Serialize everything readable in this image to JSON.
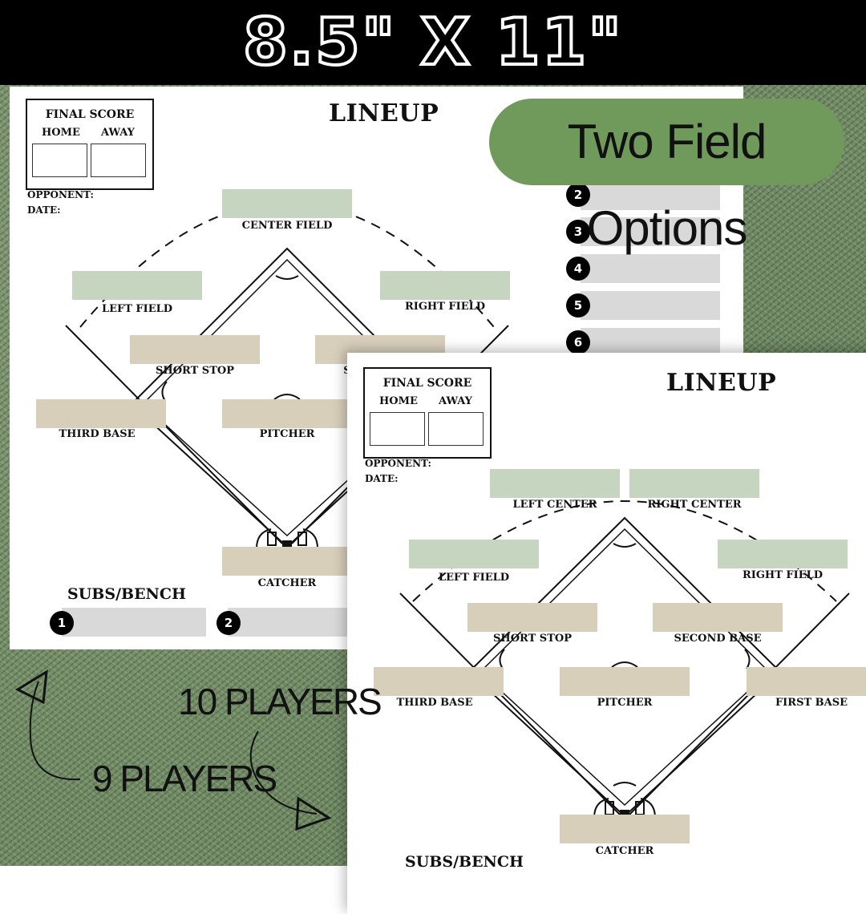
{
  "header": {
    "title": "8.5\" X 11\""
  },
  "badge": {
    "label": "Two Field Options"
  },
  "callouts": {
    "ten": "10 PLAYERS",
    "nine": "9 PLAYERS"
  },
  "sheet_nine": {
    "title": "LINEUP",
    "score": {
      "label": "FINAL SCORE",
      "home": "HOME",
      "away": "AWAY"
    },
    "opponent": "OPPONENT:",
    "date": "DATE:",
    "positions": {
      "center_field": "CENTER FIELD",
      "left_field": "LEFT FIELD",
      "right_field": "RIGHT FIELD",
      "short_stop": "SHORT STOP",
      "second_base_partial": "S",
      "third_base": "THIRD BASE",
      "pitcher": "PITCHER",
      "catcher": "CATCHER"
    },
    "subs_title": "SUBS/BENCH",
    "subs": [
      "1",
      "2"
    ],
    "order": [
      "2",
      "3",
      "4",
      "5",
      "6"
    ]
  },
  "sheet_ten": {
    "title": "LINEUP",
    "score": {
      "label": "FINAL SCORE",
      "home": "HOME",
      "away": "AWAY"
    },
    "opponent": "OPPONENT:",
    "date": "DATE:",
    "positions": {
      "left_center": "LEFT CENTER",
      "right_center": "RIGHT CENTER",
      "left_field": "LEFT FIELD",
      "right_field": "RIGHT FIELD",
      "short_stop": "SHORT STOP",
      "second_base": "SECOND BASE",
      "third_base": "THIRD BASE",
      "pitcher": "PITCHER",
      "first_base": "FIRST BASE",
      "catcher": "CATCHER"
    },
    "subs_title": "SUBS/BENCH"
  },
  "colors": {
    "outfield_slot": "#c6d5bf",
    "infield_slot": "#d8cfbb",
    "badge": "#6f9a5b"
  }
}
